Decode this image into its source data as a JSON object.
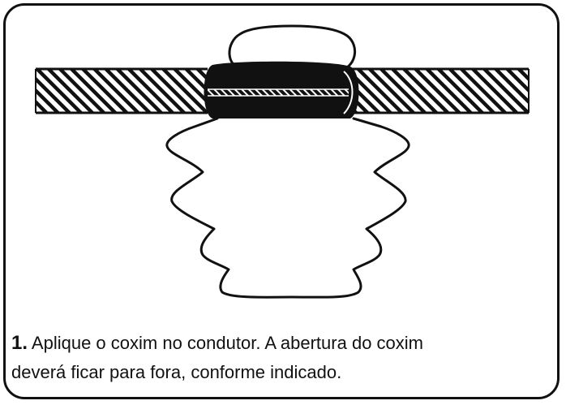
{
  "caption": {
    "step_number": "1.",
    "line1": "Aplique o coxim no condutor. A abertura do coxim",
    "line2": "deverá ficar para fora, conforme indicado."
  },
  "colors": {
    "ink": "#111111",
    "background": "#ffffff"
  },
  "illustration": {
    "parts": [
      "conductor-hatched",
      "cushion-head",
      "cushion-collar",
      "cushion-bellows"
    ]
  }
}
